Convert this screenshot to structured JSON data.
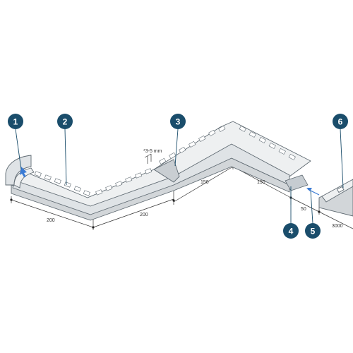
{
  "colors": {
    "callout_fill": "#1a4d6b",
    "profile_light": "#eef0f1",
    "profile_mid": "#d2d6d9",
    "profile_dark": "#b8bec3",
    "outline": "#5f6a72",
    "slot": "#ffffff",
    "arrow_blue": "#3a7bd5",
    "dimension_line": "#333333"
  },
  "callouts": [
    {
      "label": "1"
    },
    {
      "label": "2"
    },
    {
      "label": "3"
    },
    {
      "label": "4"
    },
    {
      "label": "5"
    },
    {
      "label": "6"
    }
  ],
  "dimensions": {
    "spacing": "*3-5 mm",
    "len_a": "200",
    "len_b": "200",
    "len_c": "150",
    "len_d": "150",
    "len_e": "50",
    "len_f": "3000"
  }
}
